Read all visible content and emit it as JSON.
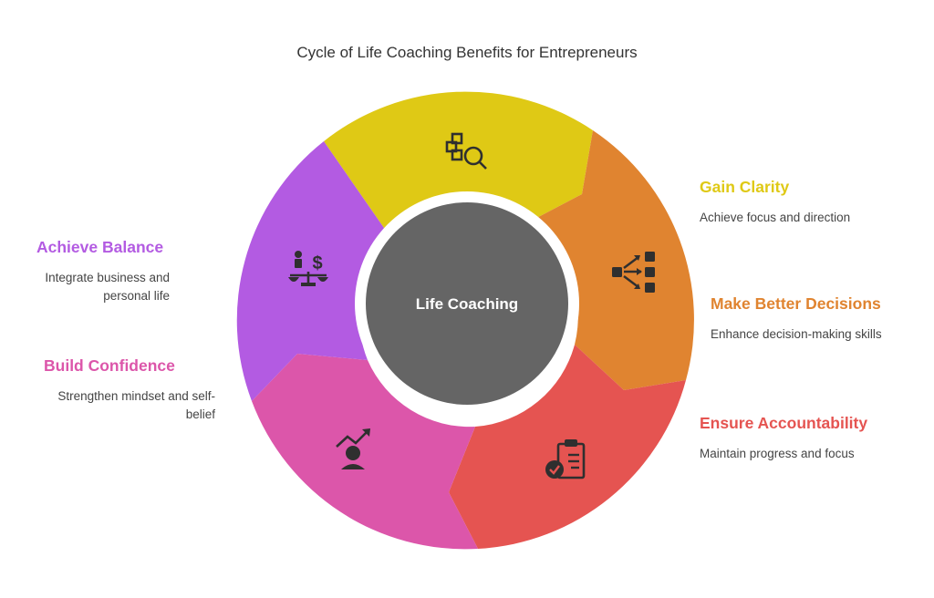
{
  "title": "Cycle of Life Coaching Benefits for Entrepreneurs",
  "center_label": "Life Coaching",
  "colors": {
    "center": "#656565",
    "gain_clarity": "#DFC915",
    "make_better_decisions": "#E08430",
    "ensure_accountability": "#E55451",
    "build_confidence": "#DC56AA",
    "achieve_balance": "#B35BE2",
    "icon": "#2f2f2f"
  },
  "segments": [
    {
      "key": "gain_clarity",
      "heading": "Gain Clarity",
      "description": "Achieve focus and direction",
      "icon": "search-puzzle-icon"
    },
    {
      "key": "make_better_decisions",
      "heading": "Make Better Decisions",
      "description": "Enhance decision-making skills",
      "icon": "flow-network-icon"
    },
    {
      "key": "ensure_accountability",
      "heading": "Ensure Accountability",
      "description": "Maintain progress and focus",
      "icon": "clipboard-check-icon"
    },
    {
      "key": "build_confidence",
      "heading": "Build Confidence",
      "description": "Strengthen mindset and self-belief",
      "icon": "person-growth-icon"
    },
    {
      "key": "achieve_balance",
      "heading": "Achieve Balance",
      "description": "Integrate business and personal life",
      "icon": "balance-scale-icon"
    }
  ]
}
